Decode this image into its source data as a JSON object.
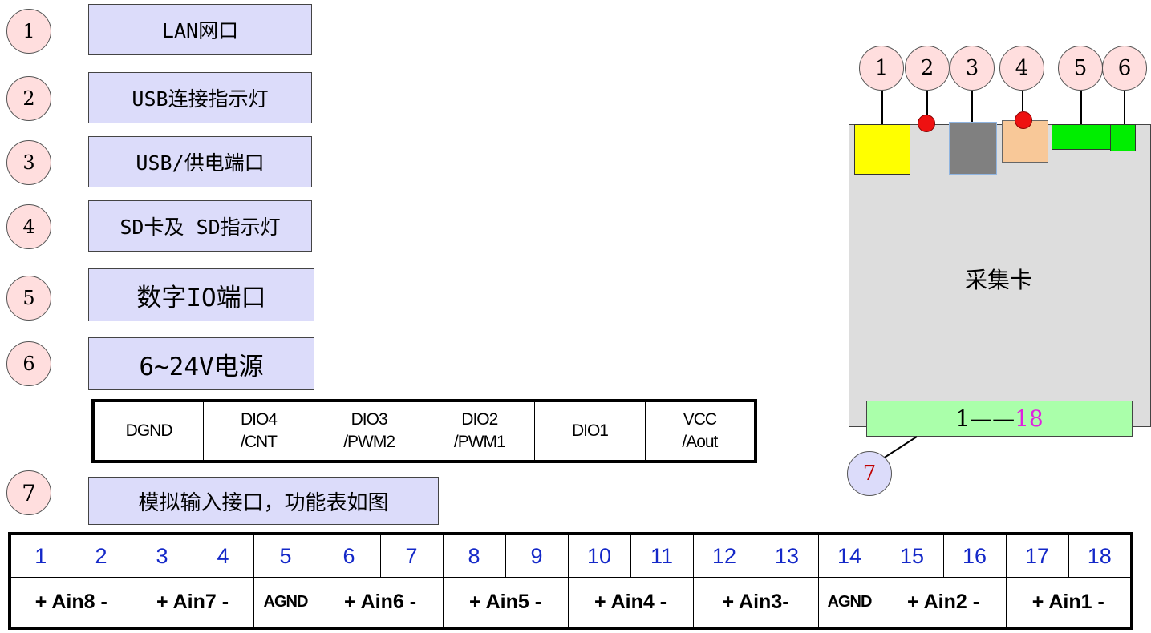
{
  "legend": [
    {
      "num": "1",
      "label": "LAN网口"
    },
    {
      "num": "2",
      "label": "USB连接指示灯"
    },
    {
      "num": "3",
      "label": "USB/供电端口"
    },
    {
      "num": "4",
      "label": "SD卡及 SD指示灯"
    },
    {
      "num": "5",
      "label": "数字IO端口"
    },
    {
      "num": "6",
      "label": "6~24V电源"
    },
    {
      "num": "7",
      "label": "模拟输入接口，功能表如图"
    }
  ],
  "dio_table": [
    {
      "line1": "DGND",
      "line2": ""
    },
    {
      "line1": "DIO4",
      "line2": "/CNT"
    },
    {
      "line1": "DIO3",
      "line2": "/PWM2"
    },
    {
      "line1": "DIO2",
      "line2": "/PWM1"
    },
    {
      "line1": "DIO1",
      "line2": ""
    },
    {
      "line1": "VCC",
      "line2": "/Aout"
    }
  ],
  "pin_numbers": [
    "1",
    "2",
    "3",
    "4",
    "5",
    "6",
    "7",
    "8",
    "9",
    "10",
    "11",
    "12",
    "13",
    "14",
    "15",
    "16",
    "17",
    "18"
  ],
  "pin_functions": [
    "+ Ain8 -",
    "+ Ain7 -",
    "AGND",
    "+ Ain6 -",
    "+ Ain5 -",
    "+ Ain4 -",
    "+ Ain3-",
    "AGND",
    "+ Ain2 -",
    "+ Ain1 -"
  ],
  "card": {
    "title": "采集卡",
    "connector_start": "1——",
    "connector_end": "18",
    "top_callouts": [
      "1",
      "2",
      "3",
      "4",
      "5",
      "6"
    ],
    "bottom_callout": "7"
  },
  "colors": {
    "legend_circle": "#ffdede",
    "label_box": "#dcdcfa",
    "pin_number_text": "#1428c8",
    "lan_port": "#ffff00",
    "usb_port": "#808080",
    "sd_slot": "#f8c898",
    "dio_port": "#00ee00",
    "connector": "#aaffaa",
    "led": "#ee1111",
    "connector_18": "#e020e0",
    "callout7_text": "#c00000",
    "callout7_fill": "#dcdcfa"
  }
}
